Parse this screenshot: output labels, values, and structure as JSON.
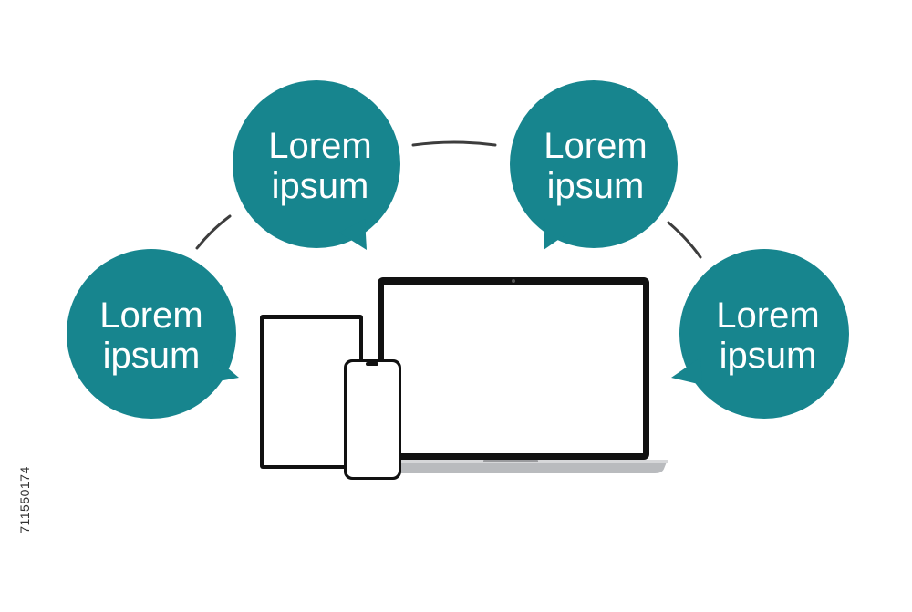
{
  "colors": {
    "bubble": "#17858E",
    "connector": "#3d3d3d",
    "device_frame": "#111111",
    "laptop_base": "#b9bbbe"
  },
  "bubbles": [
    {
      "line1": "Lorem",
      "line2": "ipsum"
    },
    {
      "line1": "Lorem",
      "line2": "ipsum"
    },
    {
      "line1": "Lorem",
      "line2": "ipsum"
    },
    {
      "line1": "Lorem",
      "line2": "ipsum"
    }
  ],
  "devices": [
    "tablet",
    "smartphone",
    "laptop"
  ],
  "stock_id": "711550174"
}
